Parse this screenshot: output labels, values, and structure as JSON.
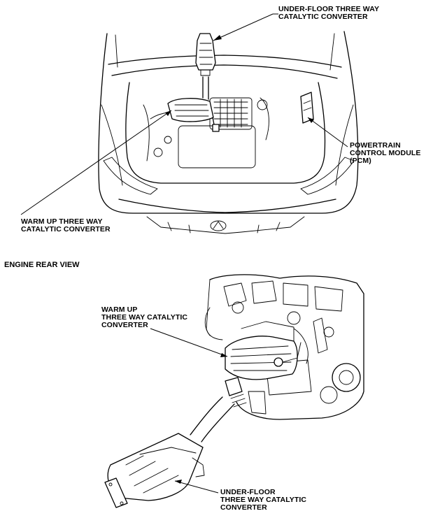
{
  "labels": {
    "top_underfloor": [
      "UNDER-FLOOR THREE WAY",
      "CATALYTIC CONVERTER"
    ],
    "pcm": [
      "POWERTRAIN",
      "CONTROL MODULE",
      "(PCM)"
    ],
    "top_warmup": [
      "WARM UP THREE WAY",
      "CATALYTIC CONVERTER"
    ],
    "section_title": "ENGINE REAR VIEW",
    "bottom_warmup": [
      "WARM UP",
      "THREE WAY CATALYTIC",
      "CONVERTER"
    ],
    "bottom_underfloor": [
      "UNDER-FLOOR",
      "THREE WAY CATALYTIC",
      "CONVERTER"
    ]
  }
}
